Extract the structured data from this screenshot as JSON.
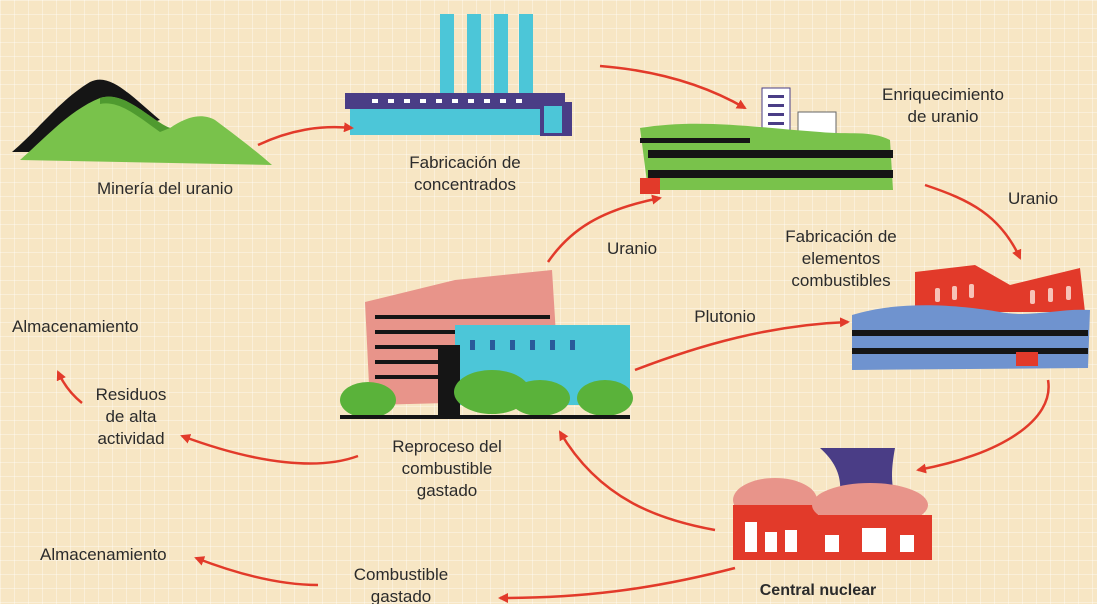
{
  "colors": {
    "background": "#f7e6c4",
    "arrow": "#e23a2a",
    "text": "#2b2b2b",
    "green": "#79c24b",
    "cyan": "#4cc6d8",
    "salmon": "#e8948a",
    "red": "#e23a2a",
    "blue": "#6f93cf",
    "purple": "#4a3d86"
  },
  "nodes": {
    "mining": {
      "label": "Minería del uranio",
      "icon": "mountains-icon"
    },
    "concentrates": {
      "label": "Fabricación de\nconcentrados",
      "icon": "factory-icon"
    },
    "enrichment": {
      "label": "Enriquecimiento\nde uranio",
      "icon": "enrichment-plant-icon"
    },
    "fuel_fabrication": {
      "label": "Fabricación de\nelementos\ncombustibles",
      "icon": "fuel-plant-icon"
    },
    "power_plant": {
      "label": "Central nuclear",
      "icon": "nuclear-plant-icon"
    },
    "reprocessing": {
      "label": "Reproceso del\ncombustible\ngastado",
      "icon": "reprocessing-building-icon"
    },
    "high_level_waste": {
      "label": "Residuos\nde alta\nactividad"
    },
    "storage_top": {
      "label": "Almacenamiento"
    },
    "spent_fuel": {
      "label": "Combustible\ngastado"
    },
    "storage_bottom": {
      "label": "Almacenamiento"
    }
  },
  "edges": {
    "uranium_to_fuel": "Uranio",
    "uranium_recycled": "Uranio",
    "plutonium": "Plutonio"
  }
}
